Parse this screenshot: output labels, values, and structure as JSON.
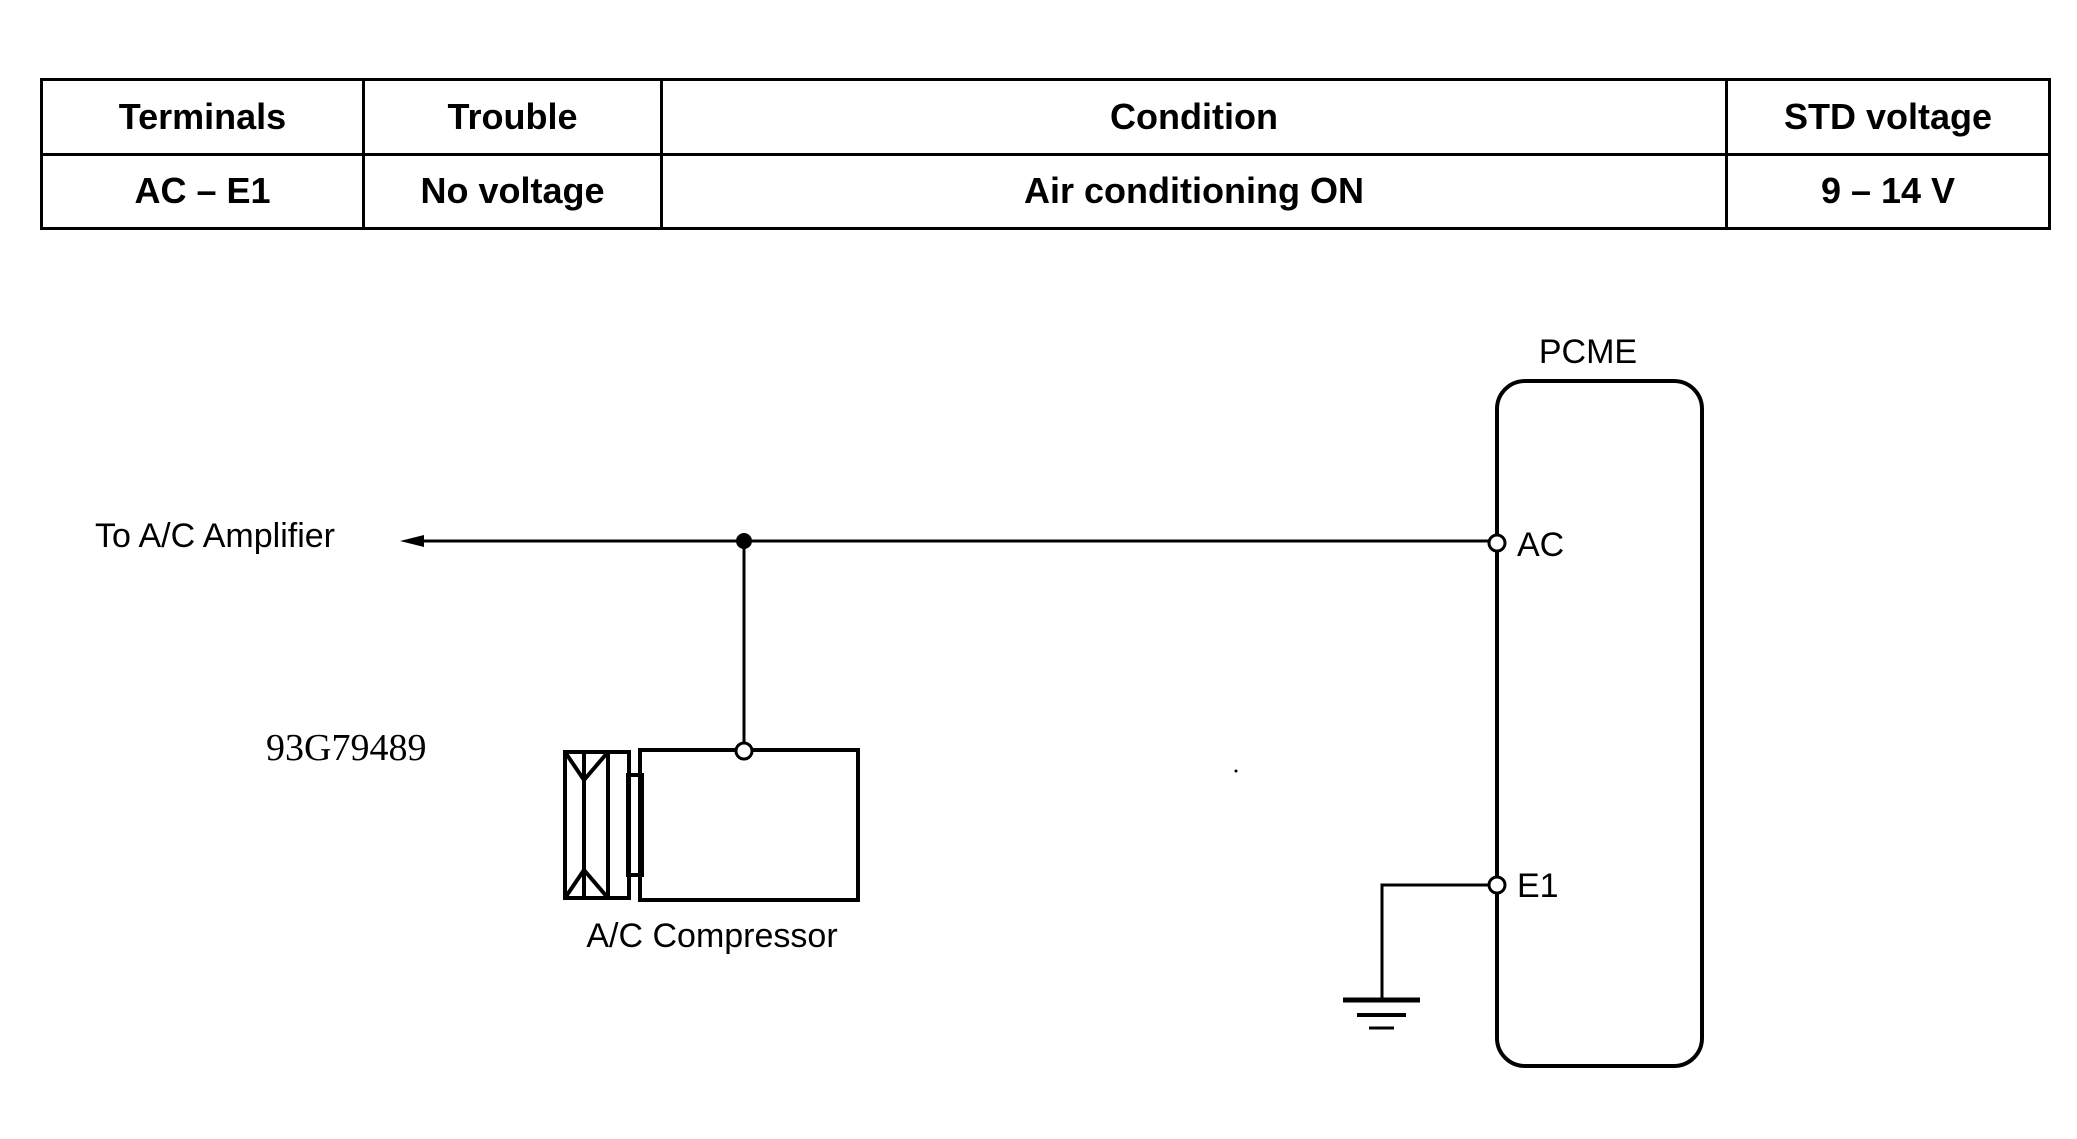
{
  "table": {
    "headers": [
      "Terminals",
      "Trouble",
      "Condition",
      "STD voltage"
    ],
    "row": [
      "AC – E1",
      "No voltage",
      "Air conditioning ON",
      "9 – 14 V"
    ]
  },
  "diagram": {
    "ecu_label": "PCME",
    "amplifier_label": "To A/C Amplifier",
    "terminal_ac": "AC",
    "terminal_e1": "E1",
    "compressor_label": "A/C Compressor",
    "figure_code": "93G79489"
  }
}
